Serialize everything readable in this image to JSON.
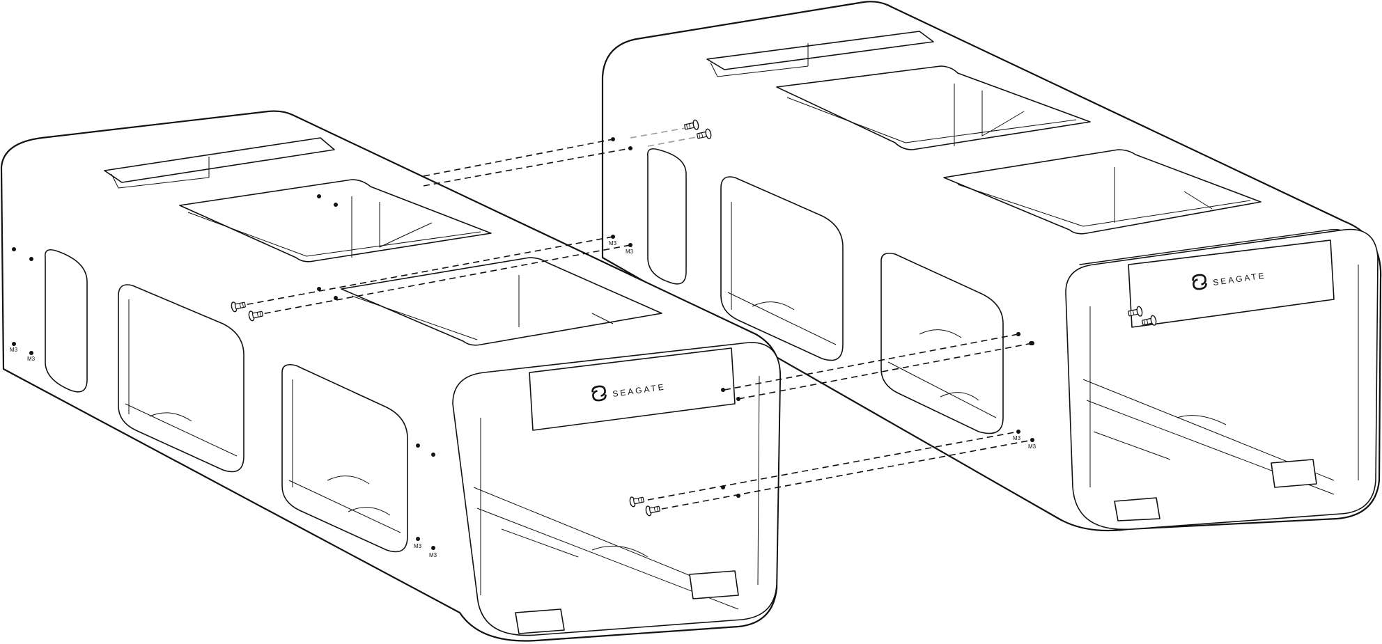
{
  "brand": {
    "name": "SEAGATE",
    "icon": "seagate-logo-swirl"
  },
  "screw_size": "M3",
  "colors": {
    "line": "#111111",
    "hidden_line": "#9a9a9a",
    "background": "#ffffff"
  }
}
